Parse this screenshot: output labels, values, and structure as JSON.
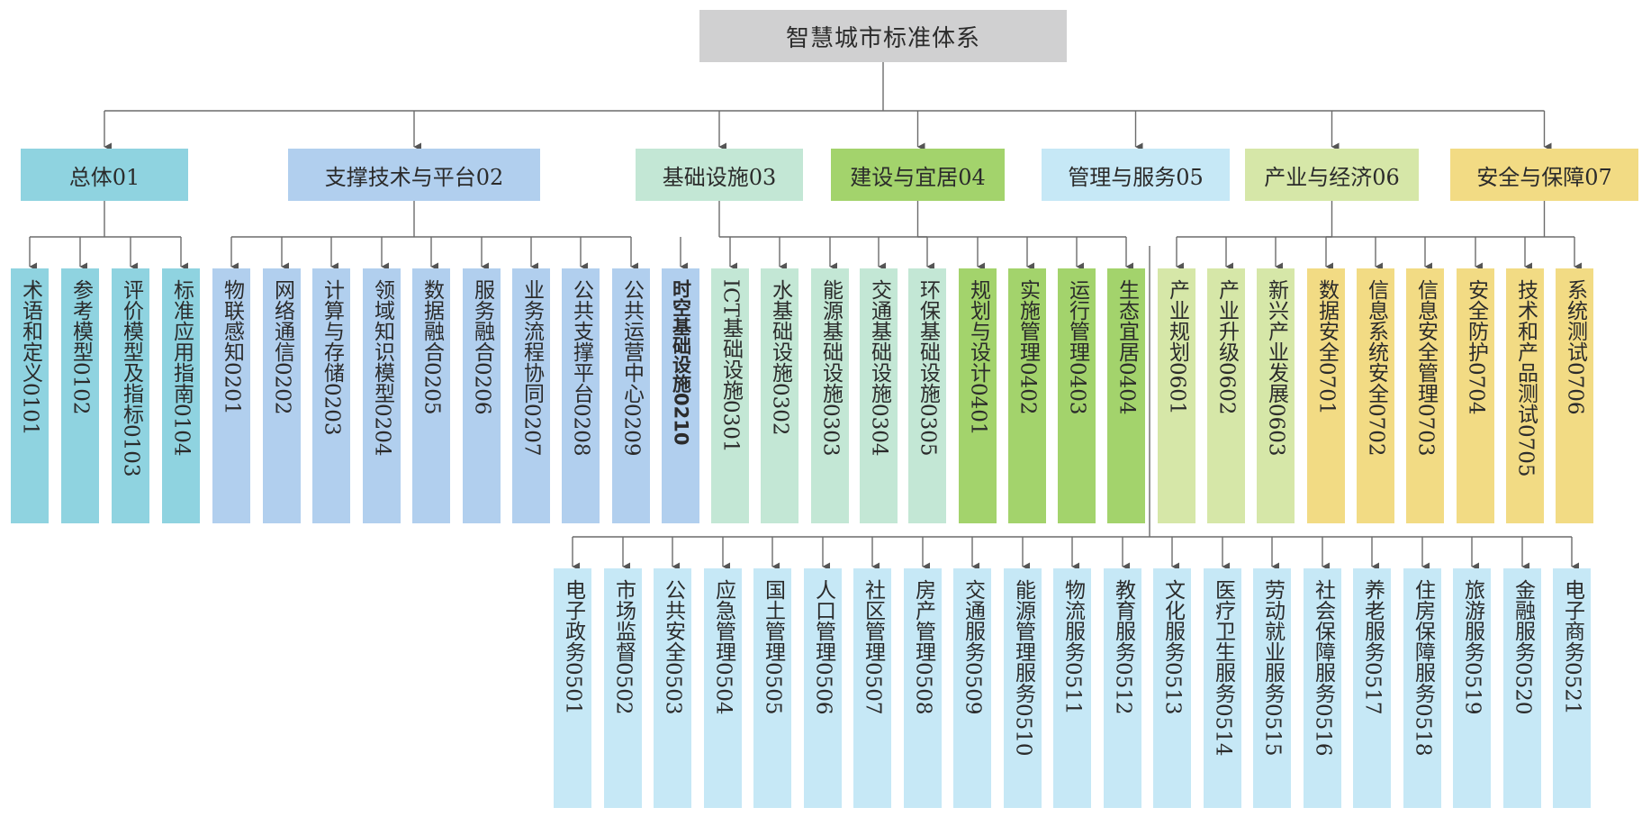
{
  "root": {
    "id": "root",
    "label": "智慧城市标准体系",
    "color": "#d0d0d1"
  },
  "categories": [
    {
      "id": "c01",
      "label": "总体01",
      "color": "#8fd3e0",
      "children": [
        {
          "id": "0101",
          "label": "术语和定义0101"
        },
        {
          "id": "0102",
          "label": "参考模型0102"
        },
        {
          "id": "0103",
          "label": "评价模型及指标0103"
        },
        {
          "id": "0104",
          "label": "标准应用指南0104"
        }
      ]
    },
    {
      "id": "c02",
      "label": "支撑技术与平台02",
      "color": "#b1cfee",
      "children": [
        {
          "id": "0201",
          "label": "物联感知0201"
        },
        {
          "id": "0202",
          "label": "网络通信0202"
        },
        {
          "id": "0203",
          "label": "计算与存储0203"
        },
        {
          "id": "0204",
          "label": "领域知识模型0204"
        },
        {
          "id": "0205",
          "label": "数据融合0205"
        },
        {
          "id": "0206",
          "label": "服务融合0206"
        },
        {
          "id": "0207",
          "label": "业务流程协同0207"
        },
        {
          "id": "0208",
          "label": "公共支撑平台0208"
        },
        {
          "id": "0209",
          "label": "公共运营中心0209"
        },
        {
          "id": "0210",
          "label": "时空基础设施0210",
          "bold": true
        }
      ]
    },
    {
      "id": "c03",
      "label": "基础设施03",
      "color": "#c3e7d5",
      "children": [
        {
          "id": "0301",
          "label": "ICT基础设施0301"
        },
        {
          "id": "0302",
          "label": "水基础设施0302"
        },
        {
          "id": "0303",
          "label": "能源基础设施0303"
        },
        {
          "id": "0304",
          "label": "交通基础设施0304"
        },
        {
          "id": "0305",
          "label": "环保基础设施0305"
        }
      ]
    },
    {
      "id": "c04",
      "label": "建设与宜居04",
      "color": "#a3d36c",
      "children": [
        {
          "id": "0401",
          "label": "规划与设计0401"
        },
        {
          "id": "0402",
          "label": "实施管理0402"
        },
        {
          "id": "0403",
          "label": "运行管理0403"
        },
        {
          "id": "0404",
          "label": "生态宜居0404"
        }
      ]
    },
    {
      "id": "c05",
      "label": "管理与服务05",
      "color": "#c6e8f6",
      "children": [
        {
          "id": "0501",
          "label": "电子政务0501"
        },
        {
          "id": "0502",
          "label": "市场监督0502"
        },
        {
          "id": "0503",
          "label": "公共安全0503"
        },
        {
          "id": "0504",
          "label": "应急管理0504"
        },
        {
          "id": "0505",
          "label": "国土管理0505"
        },
        {
          "id": "0506",
          "label": "人口管理0506"
        },
        {
          "id": "0507",
          "label": "社区管理0507"
        },
        {
          "id": "0508",
          "label": "房产管理0508"
        },
        {
          "id": "0509",
          "label": "交通服务0509"
        },
        {
          "id": "0510",
          "label": "能源管理服务0510"
        },
        {
          "id": "0511",
          "label": "物流服务0511"
        },
        {
          "id": "0512",
          "label": "教育服务0512"
        },
        {
          "id": "0513",
          "label": "文化服务0513"
        },
        {
          "id": "0514",
          "label": "医疗卫生服务0514"
        },
        {
          "id": "0515",
          "label": "劳动就业服务0515"
        },
        {
          "id": "0516",
          "label": "社会保障服务0516"
        },
        {
          "id": "0517",
          "label": "养老服务0517"
        },
        {
          "id": "0518",
          "label": "住房保障服务0518"
        },
        {
          "id": "0519",
          "label": "旅游服务0519"
        },
        {
          "id": "0520",
          "label": "金融服务0520"
        },
        {
          "id": "0521",
          "label": "电子商务0521"
        }
      ]
    },
    {
      "id": "c06",
      "label": "产业与经济06",
      "color": "#d6e7a8",
      "children": [
        {
          "id": "0601",
          "label": "产业规划0601"
        },
        {
          "id": "0602",
          "label": "产业升级0602"
        },
        {
          "id": "0603",
          "label": "新兴产业发展0603"
        }
      ]
    },
    {
      "id": "c07",
      "label": "安全与保障07",
      "color": "#f2db84",
      "children": [
        {
          "id": "0701",
          "label": "数据安全0701"
        },
        {
          "id": "0702",
          "label": "信息系统安全0702"
        },
        {
          "id": "0703",
          "label": "信息安全管理0703"
        },
        {
          "id": "0704",
          "label": "安全防护0704"
        },
        {
          "id": "0705",
          "label": "技术和产品测试0705"
        },
        {
          "id": "0706",
          "label": "系统测试0706"
        }
      ]
    }
  ]
}
